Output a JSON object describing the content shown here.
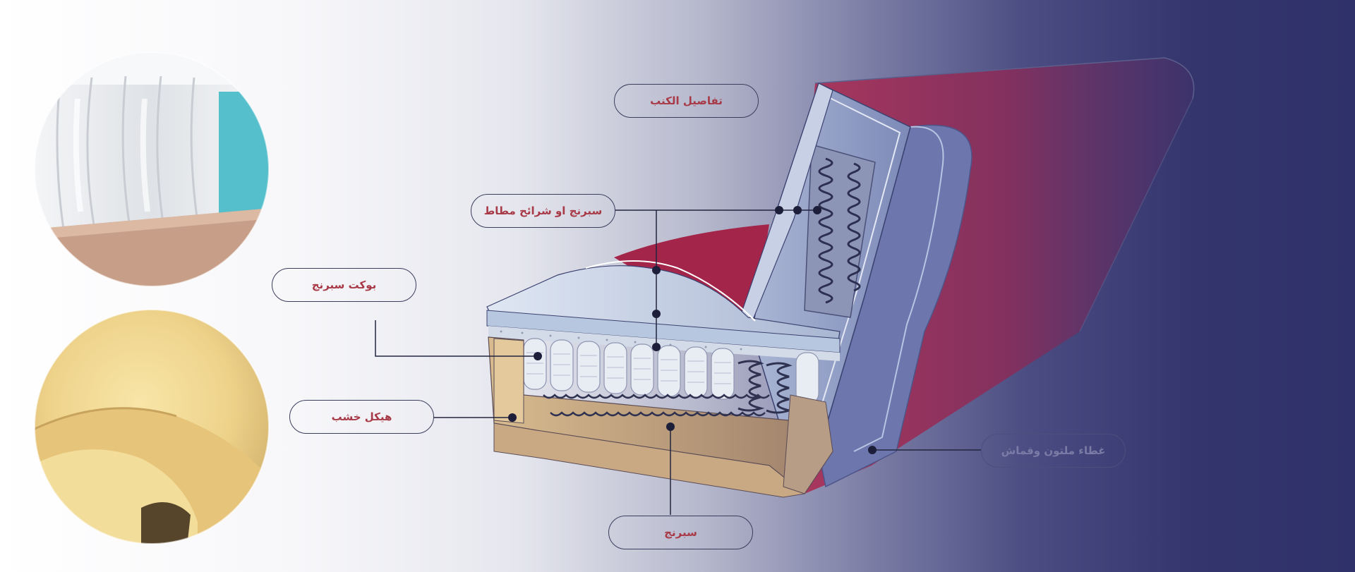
{
  "labels": {
    "sofa_details": "تفاصيل الكنب",
    "springs_or_elastic": "سبرنج او شرائح مطاط",
    "pocket_spring": "بوكت سبرنج",
    "wood_frame": "هيكل خشب",
    "spring": "سبرنج",
    "foam_and_fabric_cover": "غطاء ملتون وقماش"
  },
  "colors": {
    "label_text": "#a83a47",
    "label_border": "#3a3d5c",
    "leader_line": "#23253f",
    "fabric_red": "#a3254a",
    "gradient_end": "#2f316a"
  }
}
